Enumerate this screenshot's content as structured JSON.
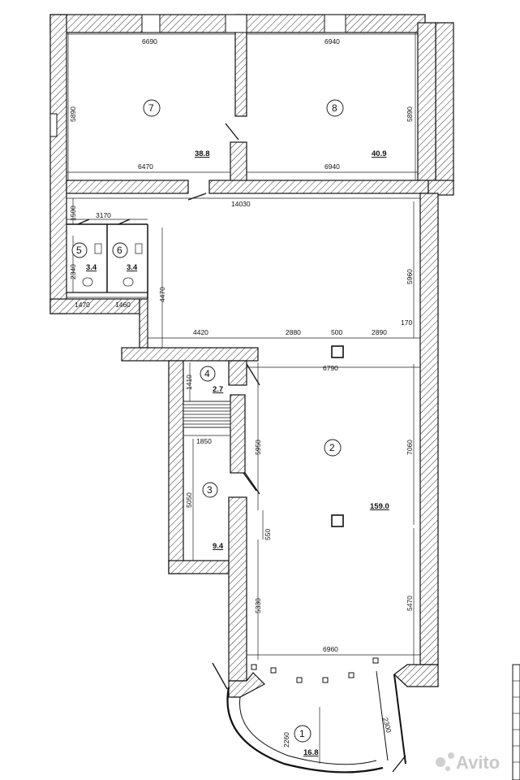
{
  "rooms": [
    {
      "id": "r1",
      "number": "1",
      "area": "16.8"
    },
    {
      "id": "r2",
      "number": "2",
      "area": "159.0"
    },
    {
      "id": "r3",
      "number": "3",
      "area": "9.4"
    },
    {
      "id": "r4",
      "number": "4",
      "area": "2.7"
    },
    {
      "id": "r5",
      "number": "5",
      "area": "3.4"
    },
    {
      "id": "r6",
      "number": "6",
      "area": "3.4"
    },
    {
      "id": "r7",
      "number": "7",
      "area": "38.8"
    },
    {
      "id": "r8",
      "number": "8",
      "area": "40.9"
    }
  ],
  "dimensions": {
    "d6690": "6690",
    "d6940_top": "6940",
    "d5890_left": "5890",
    "d5890_right": "5890",
    "d6470": "6470",
    "d6940_bottom": "6940",
    "d14030": "14030",
    "d1500": "1500",
    "d3170": "3170",
    "d2340": "2340",
    "d4470": "4470",
    "d1470": "1470",
    "d1460": "1460",
    "d5960": "5960",
    "d4420": "4420",
    "d2880": "2880",
    "d500": "500",
    "d2890": "2890",
    "d170": "170",
    "d6790": "6790",
    "d1410": "1410",
    "d5950": "5950",
    "d7060": "7060",
    "d1850": "1850",
    "d5050": "5050",
    "d550": "550",
    "d5330": "5330",
    "d5470": "5470",
    "d6960": "6960",
    "d2260": "2260",
    "d2300": "2300"
  },
  "watermark": {
    "brand": "Avito"
  }
}
